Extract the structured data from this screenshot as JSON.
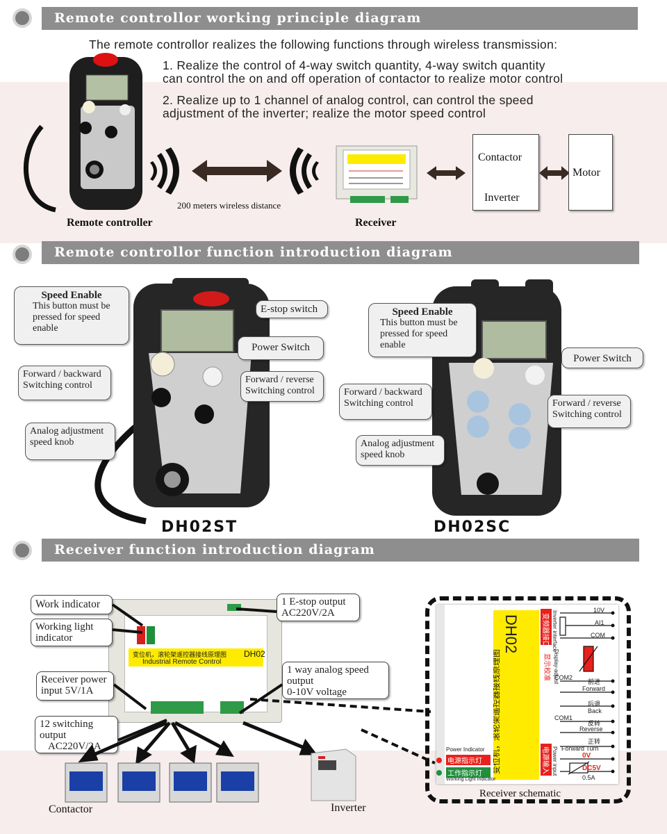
{
  "sections": [
    {
      "title": "Remote controllor working principle diagram"
    },
    {
      "title": "Remote controllor function introduction diagram"
    },
    {
      "title": "Receiver function introduction diagram"
    }
  ],
  "principle": {
    "intro": "The remote controllor realizes the following functions through wireless transmission:",
    "point1_line1": "1. Realize the control of 4-way switch quantity, 4-way switch quantity",
    "point1_line2": "can control the on and off operation of contactor to realize motor control",
    "point2_line1": "2. Realize up to 1 channel of analog control, can control the speed",
    "point2_line2": "adjustment of the inverter; realize the motor speed control",
    "distance": "200 meters wireless distance",
    "remote_label": "Remote controller",
    "receiver_label": "Receiver",
    "contactor": "Contactor",
    "inverter": "Inverter",
    "motor": "Motor"
  },
  "functions": {
    "left": {
      "speed_enable_title": "Speed Enable",
      "speed_enable_text": "This button must be pressed for speed enable",
      "estop": "E-stop switch",
      "power": "Power Switch",
      "fwd_back": "Forward / backward Switching control",
      "fwd_rev": "Forward / reverse Switching control",
      "analog": "Analog adjustment speed knob",
      "model": "DH02ST"
    },
    "right": {
      "speed_enable_title": "Speed Enable",
      "speed_enable_text": "This button must be pressed for speed enable",
      "power": "Power Switch",
      "fwd_back": "Forward / backward Switching control",
      "fwd_rev": "Forward / reverse Switching control",
      "analog": "Analog adjustment speed knob",
      "model": "DH02SC"
    }
  },
  "receiver": {
    "work_indicator": "Work indicator",
    "working_light_line1": "Working light",
    "working_light_line2": "indicator",
    "estop_line1": "1 E-stop output",
    "estop_line2": "AC220V/2A",
    "power_line1": "Receiver power",
    "power_line2": "input  5V/1A",
    "analog_line1": "1 way analog speed",
    "analog_line2": "output",
    "analog_line3": "0-10V voltage",
    "switch_line1": "12 switching",
    "switch_line2": "output",
    "switch_line3": "AC220V/2A",
    "contactor": "Contactor",
    "inverter": "Inverter",
    "board_title_cn": "变位机，滚轮架遥控器接线原理图",
    "board_model": "DH02",
    "board_title_en": "Industrial Remote Control"
  },
  "schematic": {
    "caption": "Receiver schematic",
    "model": "DH02",
    "title_en": "Industrial Remote Control",
    "title_cn": "变位机，滚轮架遥控器接线原理图",
    "inverter_cn": "变频器接口",
    "inverter_en": "Inverter interface",
    "display_cn": "显示校准",
    "display_en": "Display-adjust",
    "power_cn": "电源输入",
    "power_en": "Power input",
    "t_10v": "10V",
    "t_ai1": "AI1",
    "t_com": "COM",
    "com2": "COM2",
    "com1": "COM1",
    "forward_cn": "前进",
    "forward_en": "Forward",
    "back_cn": "后退",
    "back_en": "Back",
    "reverse_cn": "反转",
    "reverse_en": "Reverse",
    "fwdturn_cn": "正转",
    "fwdturn_en": "Forward Turn",
    "zero_v": "0V",
    "dc5v": "DC5V",
    "current": "0.5A",
    "power_ind_en": "Power Indicator",
    "power_ind_cn": "电源指示灯",
    "work_ind_cn": "工作指示灯",
    "work_ind_en": "Working Light Indicator",
    "colors": {
      "red": "#e8211c",
      "yellow": "#ffeb00",
      "green": "#1f8f3c"
    }
  }
}
